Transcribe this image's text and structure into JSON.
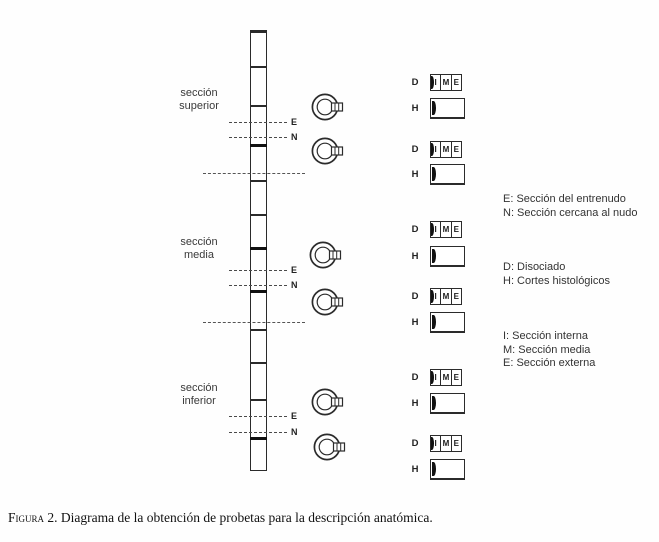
{
  "diagram": {
    "sections": [
      {
        "line1": "sección",
        "line2": "superior"
      },
      {
        "line1": "sección",
        "line2": "media"
      },
      {
        "line1": "sección",
        "line2": "inferior"
      }
    ],
    "cut_marks": {
      "entrenudo": "E",
      "nudo": "N"
    },
    "sample_labels": {
      "disociado": "D",
      "histologico": "H"
    },
    "strip_cells": [
      "I",
      "M",
      "E"
    ],
    "legend_groups": [
      {
        "lines": [
          "E: Sección del entrenudo",
          "N: Sección cercana al nudo"
        ]
      },
      {
        "lines": [
          "D: Disociado",
          "H: Cortes histológicos"
        ]
      },
      {
        "lines": [
          "I: Sección interna",
          "M: Sección media",
          "E: Sección externa"
        ]
      }
    ]
  },
  "caption": {
    "label": "Figura 2.",
    "text": " Diagrama de la obtención de probetas para la descripción anatómica."
  },
  "colors": {
    "line": "#2b2b2b",
    "dash": "#4a4a4a",
    "text": "#333333",
    "background": "#ffffff"
  }
}
